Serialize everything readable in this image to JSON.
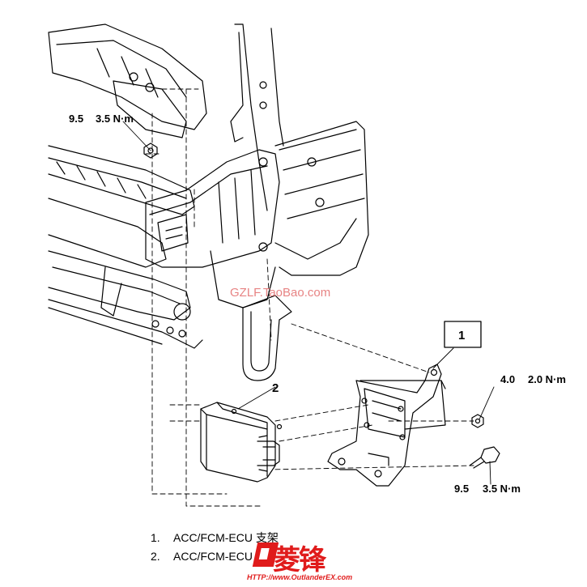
{
  "torque_labels": [
    {
      "first": "9.5",
      "second": "3.5 N·m"
    },
    {
      "first": "4.0",
      "second": "2.0 N·m"
    },
    {
      "first": "9.5",
      "second": "3.5 N·m"
    }
  ],
  "callouts": [
    "1",
    "2"
  ],
  "watermark": "GZLF.TaoBao.com",
  "legend": [
    {
      "num": "1.",
      "text": "ACC/FCM-ECU 支架"
    },
    {
      "num": "2.",
      "text": "ACC/FCM-ECU"
    }
  ],
  "logo": {
    "name": "菱锋",
    "url": "HTTP://www.OutlanderEX.com"
  },
  "colors": {
    "line": "#000000",
    "watermark": "#e05a5a",
    "logo": "#e01b1b"
  }
}
